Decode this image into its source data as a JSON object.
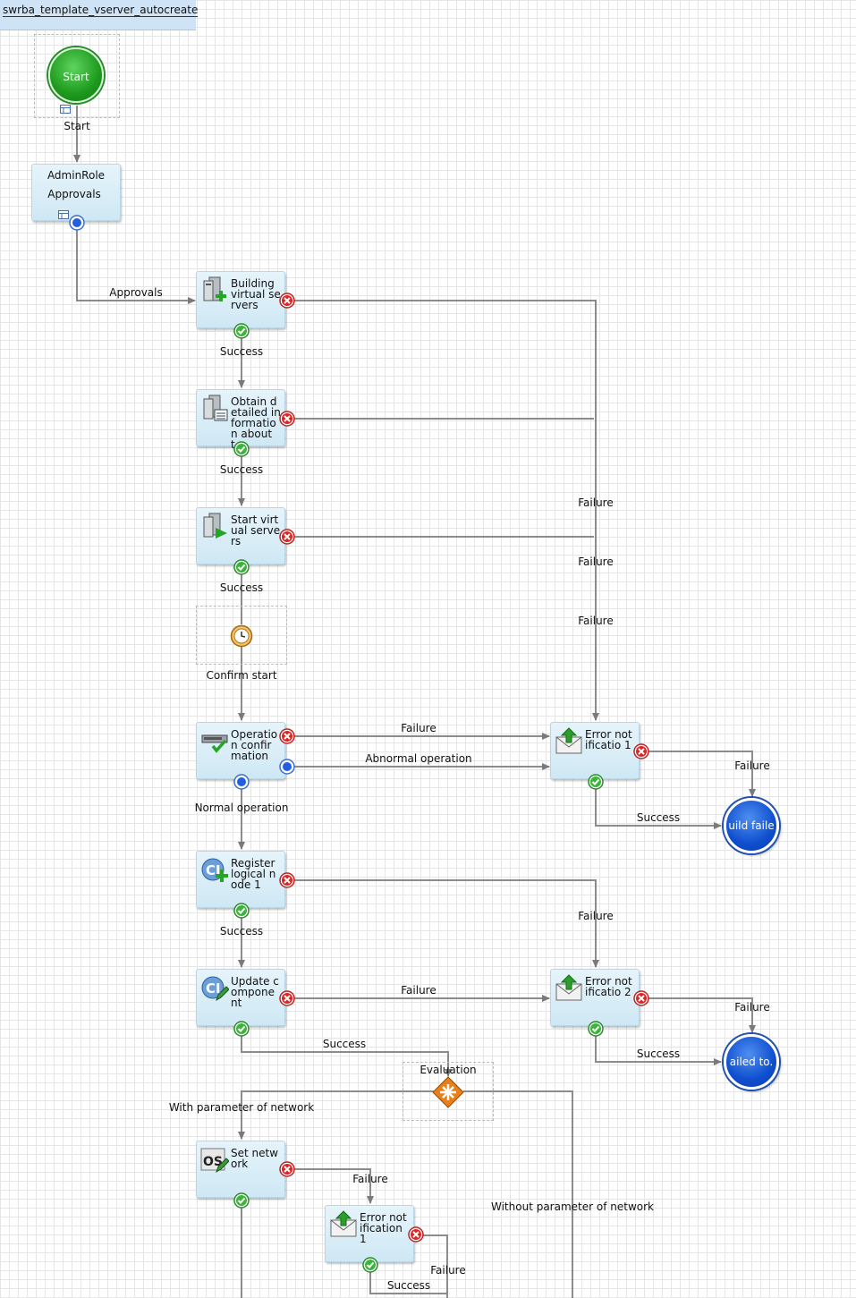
{
  "tab": {
    "title": "swrba_template_vserver_autocreate"
  },
  "start": {
    "label": "Start",
    "caption": "Start"
  },
  "nodes": {
    "admin": {
      "line1": "AdminRole",
      "line2": "Approvals"
    },
    "build": {
      "label": "Building virtual servers"
    },
    "obtain": {
      "label": "Obtain detailed information about t..."
    },
    "startvs": {
      "label": "Start virtual servers"
    },
    "opconfirm": {
      "label": "Operation confirmation"
    },
    "err1": {
      "label": "Error notificatio 1"
    },
    "register": {
      "label": "Register logical node 1"
    },
    "update": {
      "label": "Update component"
    },
    "err2": {
      "label": "Error notificatio 2"
    },
    "setnet": {
      "label": "Set network"
    },
    "err3": {
      "label": "Error notification 1"
    }
  },
  "timer": {
    "caption": "Confirm start"
  },
  "evaluation": {
    "caption": "Evaluation"
  },
  "ends": {
    "end1": "uild faile",
    "end2": "ailed to."
  },
  "edges": {
    "approvals": "Approvals",
    "success_build": "Success",
    "success_obtain": "Success",
    "success_startvs": "Success",
    "failure_col1": "Failure",
    "failure_col2": "Failure",
    "failure_col3": "Failure",
    "failure_op": "Failure",
    "abnormal": "Abnormal operation",
    "normal": "Normal operation",
    "failure_err1": "Failure",
    "success_err1": "Success",
    "failure_register": "Failure",
    "success_register": "Success",
    "failure_update": "Failure",
    "failure_err2": "Failure",
    "success_err2": "Success",
    "success_update": "Success",
    "with_param": "With parameter of network",
    "without_param": "Without parameter of network",
    "failure_setnet": "Failure",
    "failure_err3": "Failure",
    "success_err3": "Success"
  }
}
